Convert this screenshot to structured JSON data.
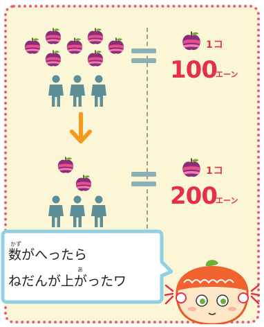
{
  "top": {
    "count_label": "1コ",
    "price": "100",
    "unit": "エーン"
  },
  "bottom": {
    "count_label": "1コ",
    "price": "200",
    "unit": "エーン"
  },
  "speech": {
    "line1": "数がへったら",
    "line2": "ねだんが上がったワ",
    "ruby_kazu": "かず",
    "ruby_a": "あ"
  },
  "colors": {
    "accent_red": "#e6304a",
    "arrow_orange": "#f39a1e",
    "person_teal": "#5f8f96",
    "equals_teal": "#8ab0b4",
    "bubble_blue": "#8fd0e6",
    "border_pink": "#e45b8f",
    "background": "#fbf7d6"
  }
}
